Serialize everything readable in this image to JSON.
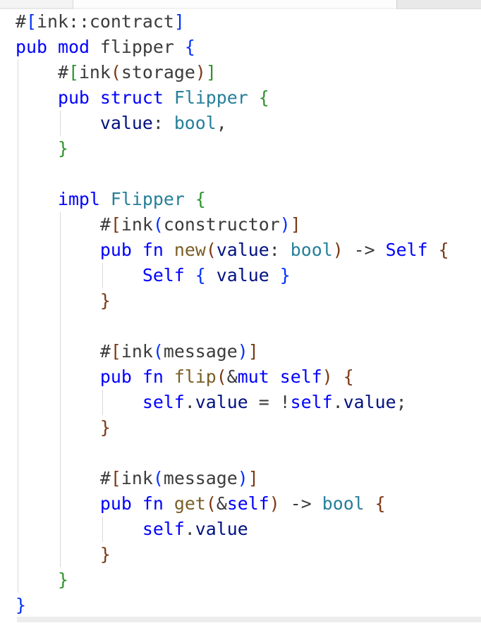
{
  "app": {
    "kind": "code-editor",
    "language": "rust",
    "content_description": "ink! smart contract flipper module"
  },
  "colors": {
    "kw": "#0000ff",
    "type": "#267f99",
    "fn": "#795e26",
    "var": "#001080",
    "plain": "#3b3b3b",
    "b1": "#0431fa",
    "b2": "#319331",
    "b3": "#7b3814",
    "guide": "#d9d9d9",
    "scroll": "#ededed",
    "tabLeft": "#f4f4f4",
    "tabEdge": "#e7e7e7",
    "tabDivider": "#d9d9d9",
    "tabMid": "#fdfdfd",
    "tabMidEdge": "#f2f2f2",
    "tabRight": "#e9e9e9",
    "tabRightEdge": "#cfcfcf",
    "tabRightBottom": "#dcdcdc"
  },
  "code_lines": [
    {
      "guides": [],
      "tokens": [
        {
          "text": "#",
          "style": "plain"
        },
        {
          "text": "[",
          "style": "b1"
        },
        {
          "text": "ink::contract",
          "style": "plain"
        },
        {
          "text": "]",
          "style": "b1"
        }
      ]
    },
    {
      "guides": [],
      "tokens": [
        {
          "text": "pub",
          "style": "kw"
        },
        {
          "text": " ",
          "style": "plain"
        },
        {
          "text": "mod",
          "style": "kw"
        },
        {
          "text": " flipper ",
          "style": "plain"
        },
        {
          "text": "{",
          "style": "b1"
        }
      ]
    },
    {
      "guides": [
        0
      ],
      "tokens": [
        {
          "text": "    #",
          "style": "plain"
        },
        {
          "text": "[",
          "style": "b2"
        },
        {
          "text": "ink",
          "style": "plain"
        },
        {
          "text": "(",
          "style": "b3"
        },
        {
          "text": "storage",
          "style": "plain"
        },
        {
          "text": ")",
          "style": "b3"
        },
        {
          "text": "]",
          "style": "b2"
        }
      ]
    },
    {
      "guides": [
        0
      ],
      "tokens": [
        {
          "text": "    ",
          "style": "plain"
        },
        {
          "text": "pub",
          "style": "kw"
        },
        {
          "text": " ",
          "style": "plain"
        },
        {
          "text": "struct",
          "style": "kw"
        },
        {
          "text": " ",
          "style": "plain"
        },
        {
          "text": "Flipper",
          "style": "type"
        },
        {
          "text": " ",
          "style": "plain"
        },
        {
          "text": "{",
          "style": "b2"
        }
      ]
    },
    {
      "guides": [
        0,
        1
      ],
      "tokens": [
        {
          "text": "        ",
          "style": "plain"
        },
        {
          "text": "value",
          "style": "var"
        },
        {
          "text": ": ",
          "style": "plain"
        },
        {
          "text": "bool",
          "style": "type"
        },
        {
          "text": ",",
          "style": "plain"
        }
      ]
    },
    {
      "guides": [
        0
      ],
      "tokens": [
        {
          "text": "    ",
          "style": "plain"
        },
        {
          "text": "}",
          "style": "b2"
        }
      ]
    },
    {
      "guides": [
        0
      ],
      "tokens": []
    },
    {
      "guides": [
        0
      ],
      "tokens": [
        {
          "text": "    ",
          "style": "plain"
        },
        {
          "text": "impl",
          "style": "kw"
        },
        {
          "text": " ",
          "style": "plain"
        },
        {
          "text": "Flipper",
          "style": "type"
        },
        {
          "text": " ",
          "style": "plain"
        },
        {
          "text": "{",
          "style": "b2"
        }
      ]
    },
    {
      "guides": [
        0,
        1
      ],
      "tokens": [
        {
          "text": "        #",
          "style": "plain"
        },
        {
          "text": "[",
          "style": "b3"
        },
        {
          "text": "ink",
          "style": "plain"
        },
        {
          "text": "(",
          "style": "b1"
        },
        {
          "text": "constructor",
          "style": "plain"
        },
        {
          "text": ")",
          "style": "b1"
        },
        {
          "text": "]",
          "style": "b3"
        }
      ]
    },
    {
      "guides": [
        0,
        1
      ],
      "tokens": [
        {
          "text": "        ",
          "style": "plain"
        },
        {
          "text": "pub",
          "style": "kw"
        },
        {
          "text": " ",
          "style": "plain"
        },
        {
          "text": "fn",
          "style": "kw"
        },
        {
          "text": " ",
          "style": "plain"
        },
        {
          "text": "new",
          "style": "fn"
        },
        {
          "text": "(",
          "style": "b3"
        },
        {
          "text": "value",
          "style": "var"
        },
        {
          "text": ": ",
          "style": "plain"
        },
        {
          "text": "bool",
          "style": "type"
        },
        {
          "text": ")",
          "style": "b3"
        },
        {
          "text": " -> ",
          "style": "plain"
        },
        {
          "text": "Self",
          "style": "kw"
        },
        {
          "text": " ",
          "style": "plain"
        },
        {
          "text": "{",
          "style": "b3"
        }
      ]
    },
    {
      "guides": [
        0,
        1,
        2
      ],
      "tokens": [
        {
          "text": "            ",
          "style": "plain"
        },
        {
          "text": "Self",
          "style": "kw"
        },
        {
          "text": " ",
          "style": "plain"
        },
        {
          "text": "{",
          "style": "b1"
        },
        {
          "text": " ",
          "style": "plain"
        },
        {
          "text": "value",
          "style": "var"
        },
        {
          "text": " ",
          "style": "plain"
        },
        {
          "text": "}",
          "style": "b1"
        }
      ]
    },
    {
      "guides": [
        0,
        1
      ],
      "tokens": [
        {
          "text": "        ",
          "style": "plain"
        },
        {
          "text": "}",
          "style": "b3"
        }
      ]
    },
    {
      "guides": [
        0,
        1
      ],
      "tokens": []
    },
    {
      "guides": [
        0,
        1
      ],
      "tokens": [
        {
          "text": "        #",
          "style": "plain"
        },
        {
          "text": "[",
          "style": "b3"
        },
        {
          "text": "ink",
          "style": "plain"
        },
        {
          "text": "(",
          "style": "b1"
        },
        {
          "text": "message",
          "style": "plain"
        },
        {
          "text": ")",
          "style": "b1"
        },
        {
          "text": "]",
          "style": "b3"
        }
      ]
    },
    {
      "guides": [
        0,
        1
      ],
      "tokens": [
        {
          "text": "        ",
          "style": "plain"
        },
        {
          "text": "pub",
          "style": "kw"
        },
        {
          "text": " ",
          "style": "plain"
        },
        {
          "text": "fn",
          "style": "kw"
        },
        {
          "text": " ",
          "style": "plain"
        },
        {
          "text": "flip",
          "style": "fn"
        },
        {
          "text": "(",
          "style": "b3"
        },
        {
          "text": "&",
          "style": "plain"
        },
        {
          "text": "mut",
          "style": "kw"
        },
        {
          "text": " ",
          "style": "plain"
        },
        {
          "text": "self",
          "style": "kw"
        },
        {
          "text": ")",
          "style": "b3"
        },
        {
          "text": " ",
          "style": "plain"
        },
        {
          "text": "{",
          "style": "b3"
        }
      ]
    },
    {
      "guides": [
        0,
        1,
        2
      ],
      "tokens": [
        {
          "text": "            ",
          "style": "plain"
        },
        {
          "text": "self",
          "style": "kw"
        },
        {
          "text": ".",
          "style": "plain"
        },
        {
          "text": "value",
          "style": "var"
        },
        {
          "text": " = !",
          "style": "plain"
        },
        {
          "text": "self",
          "style": "kw"
        },
        {
          "text": ".",
          "style": "plain"
        },
        {
          "text": "value",
          "style": "var"
        },
        {
          "text": ";",
          "style": "plain"
        }
      ]
    },
    {
      "guides": [
        0,
        1
      ],
      "tokens": [
        {
          "text": "        ",
          "style": "plain"
        },
        {
          "text": "}",
          "style": "b3"
        }
      ]
    },
    {
      "guides": [
        0,
        1
      ],
      "tokens": []
    },
    {
      "guides": [
        0,
        1
      ],
      "tokens": [
        {
          "text": "        #",
          "style": "plain"
        },
        {
          "text": "[",
          "style": "b3"
        },
        {
          "text": "ink",
          "style": "plain"
        },
        {
          "text": "(",
          "style": "b1"
        },
        {
          "text": "message",
          "style": "plain"
        },
        {
          "text": ")",
          "style": "b1"
        },
        {
          "text": "]",
          "style": "b3"
        }
      ]
    },
    {
      "guides": [
        0,
        1
      ],
      "tokens": [
        {
          "text": "        ",
          "style": "plain"
        },
        {
          "text": "pub",
          "style": "kw"
        },
        {
          "text": " ",
          "style": "plain"
        },
        {
          "text": "fn",
          "style": "kw"
        },
        {
          "text": " ",
          "style": "plain"
        },
        {
          "text": "get",
          "style": "fn"
        },
        {
          "text": "(",
          "style": "b3"
        },
        {
          "text": "&",
          "style": "plain"
        },
        {
          "text": "self",
          "style": "kw"
        },
        {
          "text": ")",
          "style": "b3"
        },
        {
          "text": " -> ",
          "style": "plain"
        },
        {
          "text": "bool",
          "style": "type"
        },
        {
          "text": " ",
          "style": "plain"
        },
        {
          "text": "{",
          "style": "b3"
        }
      ]
    },
    {
      "guides": [
        0,
        1,
        2
      ],
      "tokens": [
        {
          "text": "            ",
          "style": "plain"
        },
        {
          "text": "self",
          "style": "kw"
        },
        {
          "text": ".",
          "style": "plain"
        },
        {
          "text": "value",
          "style": "var"
        }
      ]
    },
    {
      "guides": [
        0,
        1
      ],
      "tokens": [
        {
          "text": "        ",
          "style": "plain"
        },
        {
          "text": "}",
          "style": "b3"
        }
      ]
    },
    {
      "guides": [
        0
      ],
      "tokens": [
        {
          "text": "    ",
          "style": "plain"
        },
        {
          "text": "}",
          "style": "b2"
        }
      ]
    },
    {
      "guides": [],
      "tokens": [
        {
          "text": "}",
          "style": "b1"
        }
      ]
    }
  ]
}
